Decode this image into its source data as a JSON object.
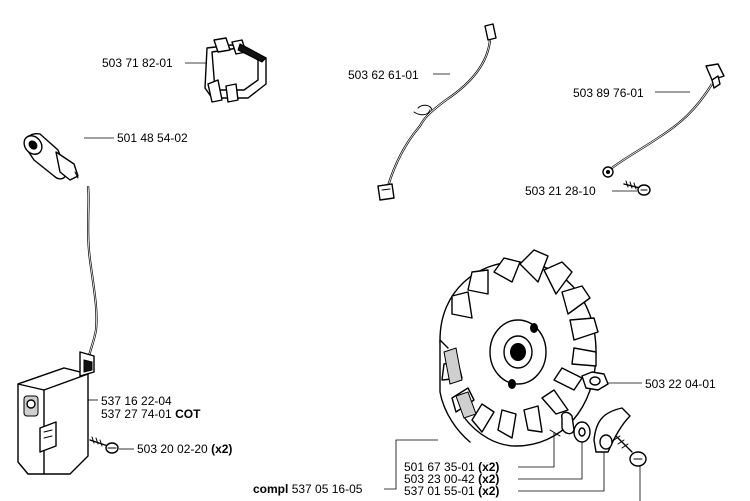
{
  "parts": {
    "terminal_cover": "503 71 82-01",
    "spark_plug_cap": "501 48 54-02",
    "cable_left": "503 62 61-01",
    "cable_right": "503 89 76-01",
    "screw_small": "503 21 28-10",
    "coil_line1": "537 16 22-04",
    "coil_line2_number": "537 27 74-01",
    "coil_line2_suffix": "COT",
    "coil_screw_number": "503 20 02-20",
    "coil_screw_qty": "(x2)",
    "nut": "503 22 04-01",
    "key_number": "501 67 35-01",
    "key_qty": "(x2)",
    "washer_number": "503 23 00-42",
    "washer_qty": "(x2)",
    "pawl_number": "537 01 55-01",
    "pawl_qty": "(x2)",
    "compl_prefix": "compl",
    "compl_number": "537 05 16-05"
  }
}
